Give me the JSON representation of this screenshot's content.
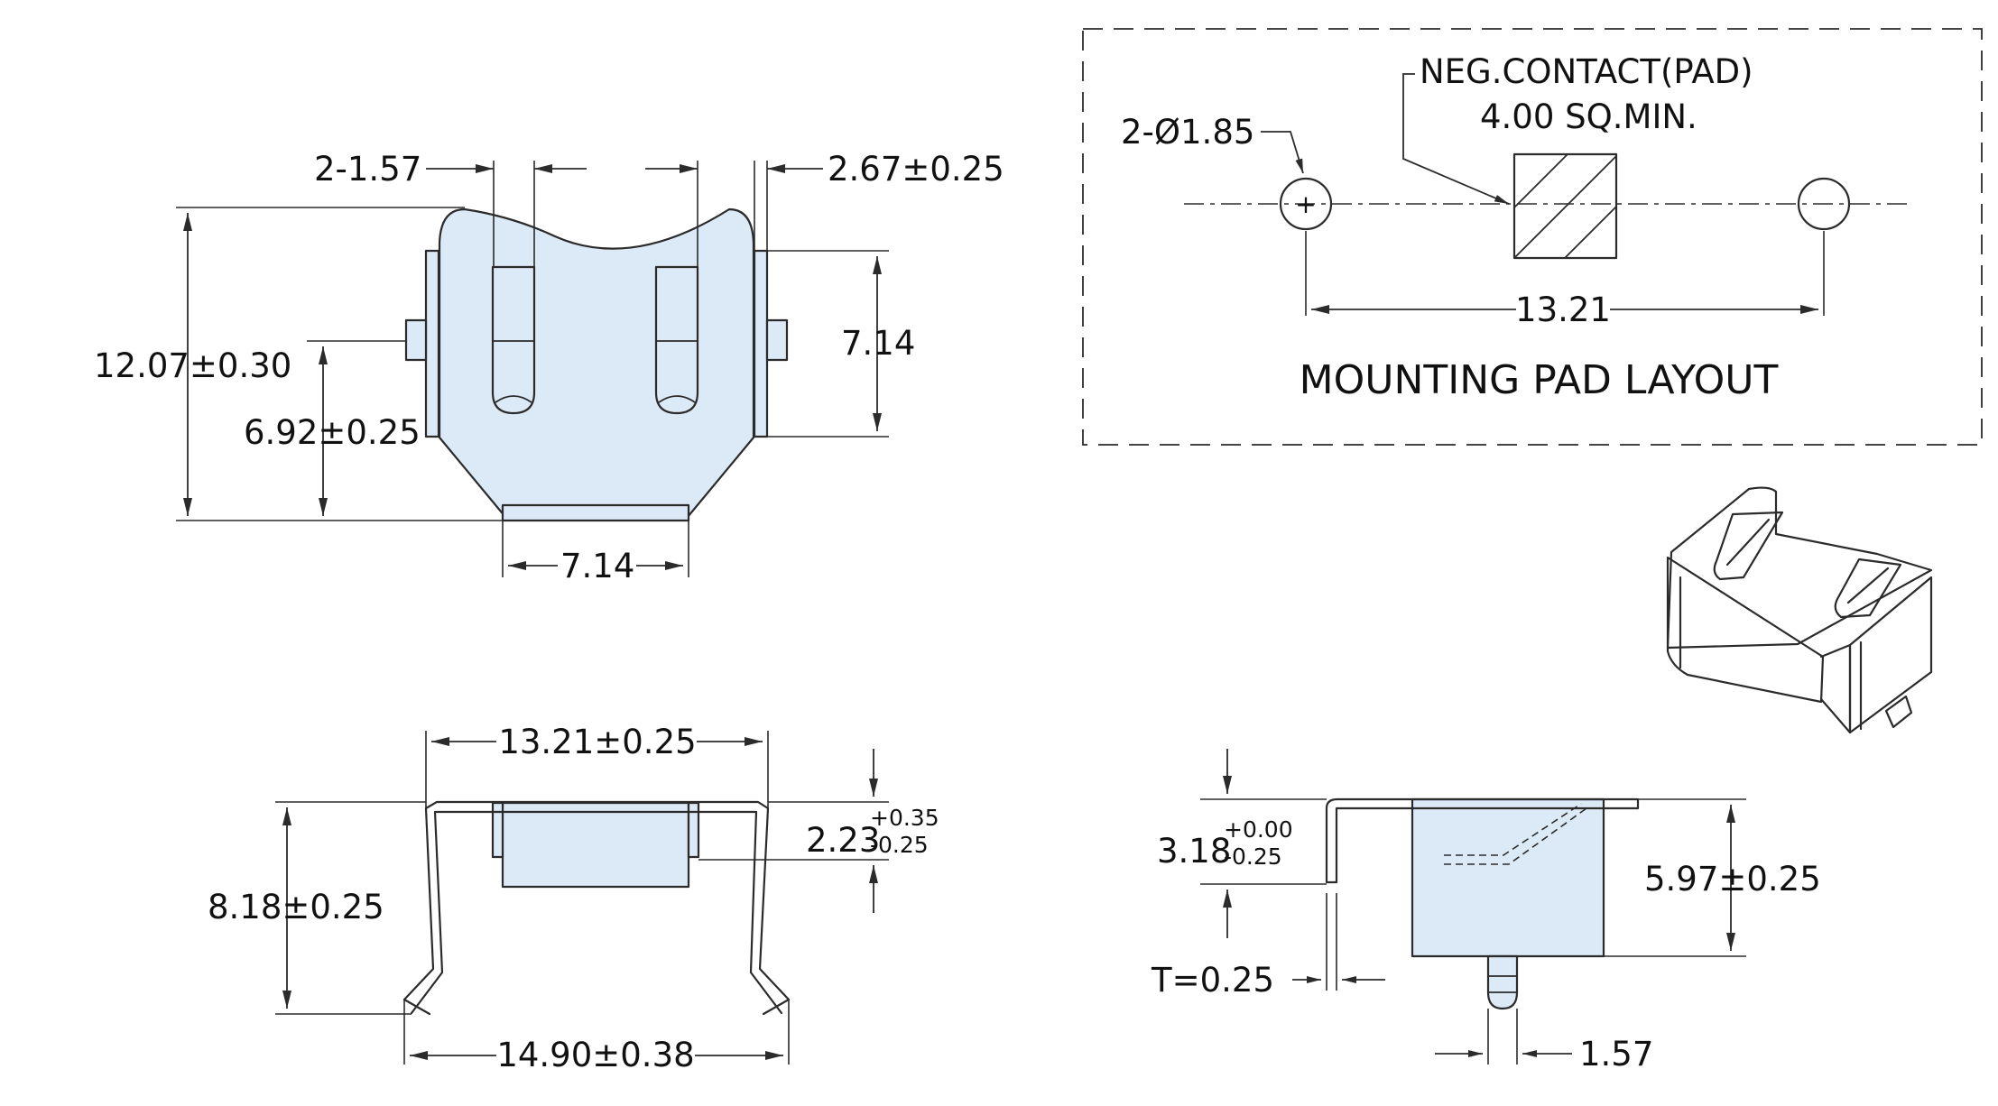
{
  "colors": {
    "part_fill": "#dce9f7",
    "line": "#2b2b2b",
    "text": "#111111",
    "background": "#ffffff"
  },
  "top_view": {
    "dim_slot_width": "2-1.57",
    "dim_tab_width": "2.67±0.25",
    "dim_overall_height": "12.07±0.30",
    "dim_contact_height": "6.92±0.25",
    "dim_side_height": "7.14",
    "dim_bottom_width": "7.14"
  },
  "front_view": {
    "dim_inner_width": "13.21±0.25",
    "dim_overall_height": "8.18±0.25",
    "dim_contact_depth": "2.23",
    "dim_contact_tol_plus": "+0.35",
    "dim_contact_tol_minus": "-0.25",
    "dim_foot_width": "14.90±0.38"
  },
  "side_view": {
    "dim_lip_height": "3.18",
    "dim_lip_tol_plus": "+0.00",
    "dim_lip_tol_minus": "-0.25",
    "dim_thickness": "T=0.25",
    "dim_body_height": "5.97±0.25",
    "dim_pin_width": "1.57"
  },
  "pad_layout": {
    "title": "MOUNTING PAD LAYOUT",
    "hole_callout": "2-Ø1.85",
    "neg_contact_line1": "NEG.CONTACT(PAD)",
    "neg_contact_line2": "4.00 SQ.MIN.",
    "hole_spacing": "13.21",
    "plus_symbol": "+"
  }
}
